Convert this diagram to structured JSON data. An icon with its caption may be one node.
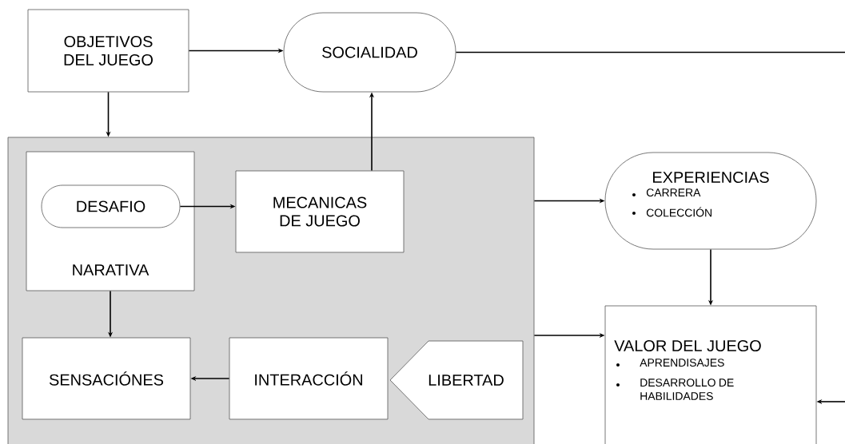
{
  "diagram": {
    "nodes": [
      {
        "text": [
          "OBJETIVOS DEL JUEGO"
        ]
      },
      {
        "text": [
          "SOCIALIDAD"
        ]
      },
      {
        "text": [],
        "shape": "box"
      },
      {
        "text": [
          "NARATIVA"
        ],
        "in": 2
      },
      {
        "text": [
          "DESAFIO"
        ],
        "in": 3
      },
      {
        "text": [
          "MECANICAS DE JUEGO"
        ],
        "in": 2
      },
      {
        "text": [
          "SENSACIÓNES"
        ],
        "in": 2
      },
      {
        "text": [
          "INTERACCIÓN"
        ],
        "in": 2
      },
      {
        "text": [
          "LIBERTAD"
        ],
        "in": 2
      },
      {
        "text": [
          "EXPERIENCIAS",
          "CARRERA",
          "COLECCIÓN"
        ]
      },
      {
        "text": [
          "VALOR DEL JUEGO",
          "APRENDISAJES",
          "DESARROLLO DE HABILIDADES"
        ]
      }
    ],
    "edges": [
      {
        "from": 0,
        "to": 1,
        "arrow": "to"
      },
      {
        "from": 0,
        "to": 2,
        "arrow": "to"
      },
      {
        "from": 5,
        "to": 1,
        "arrow": "to"
      },
      {
        "from": 1,
        "to": null,
        "arrow": "none"
      },
      {
        "from": 4,
        "to": 5,
        "arrow": "to"
      },
      {
        "from": 3,
        "to": 6,
        "arrow": "to"
      },
      {
        "from": 7,
        "to": 6,
        "arrow": "to"
      },
      {
        "from": 2,
        "to": 9,
        "arrow": "to"
      },
      {
        "from": 2,
        "to": 10,
        "arrow": "to"
      },
      {
        "from": 9,
        "to": 10,
        "arrow": "to"
      },
      {
        "from": null,
        "to": 10,
        "arrow": "to"
      }
    ]
  }
}
